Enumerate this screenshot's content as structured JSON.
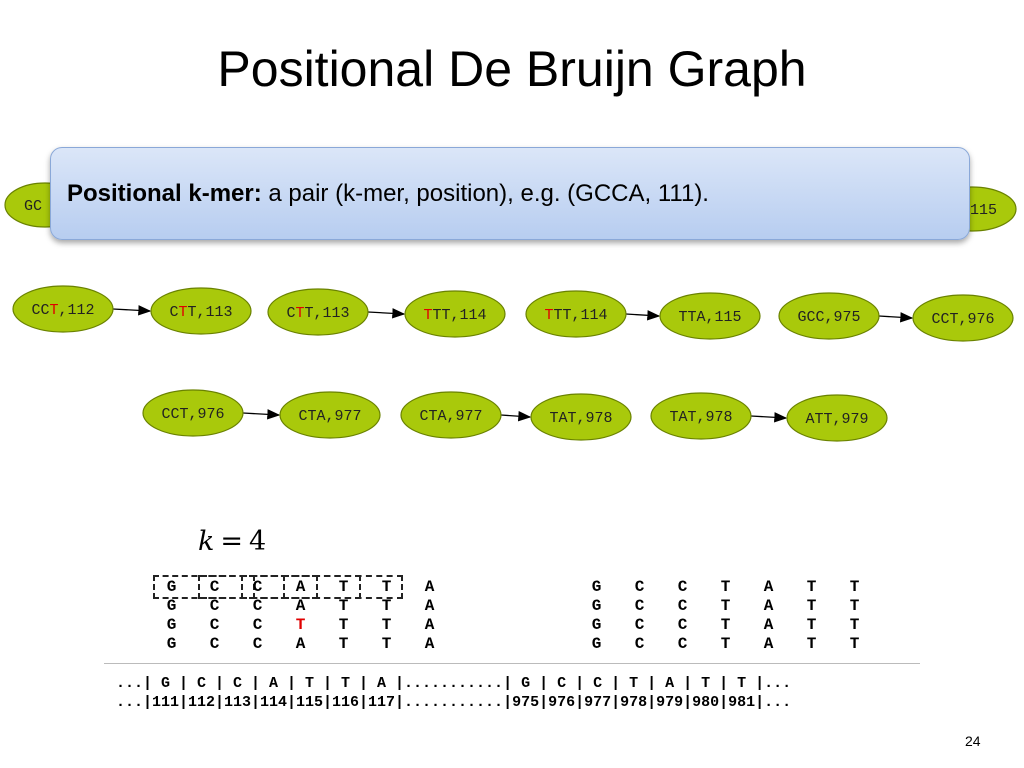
{
  "title": "Positional De Bruijn Graph",
  "callout": {
    "term": "Positional k-mer:",
    "definition": " a pair (k-mer, position), e.g. (GCCA, 111)."
  },
  "hidden_row_fragments": {
    "left": "GC",
    "right": "115"
  },
  "edges": [
    {
      "from": {
        "prefix": "CC",
        "hl": "T",
        "suffix": ",112"
      },
      "to": {
        "prefix": "C",
        "hl": "T",
        "suffix": "T,113"
      }
    },
    {
      "from": {
        "prefix": "C",
        "hl": "T",
        "suffix": "T,113"
      },
      "to": {
        "prefix": "",
        "hl": "T",
        "suffix": "TT,114"
      }
    },
    {
      "from": {
        "prefix": "",
        "hl": "T",
        "suffix": "TT,114"
      },
      "to": {
        "prefix": "TTA,115",
        "hl": "",
        "suffix": ""
      }
    },
    {
      "from": {
        "prefix": "GCC,975",
        "hl": "",
        "suffix": ""
      },
      "to": {
        "prefix": "CCT,976",
        "hl": "",
        "suffix": ""
      }
    },
    {
      "from": {
        "prefix": "CCT,976",
        "hl": "",
        "suffix": ""
      },
      "to": {
        "prefix": "CTA,977",
        "hl": "",
        "suffix": ""
      }
    },
    {
      "from": {
        "prefix": "CTA,977",
        "hl": "",
        "suffix": ""
      },
      "to": {
        "prefix": "TAT,978",
        "hl": "",
        "suffix": ""
      }
    },
    {
      "from": {
        "prefix": "TAT,978",
        "hl": "",
        "suffix": ""
      },
      "to": {
        "prefix": "ATT,979",
        "hl": "",
        "suffix": ""
      }
    }
  ],
  "k_label": {
    "var": "k",
    "eq": "=",
    "num": "4"
  },
  "reads_left": [
    [
      "G",
      "C",
      "C",
      "A",
      "T",
      "T",
      "A"
    ],
    [
      "G",
      "C",
      "C",
      "A",
      "T",
      "T",
      "A"
    ],
    [
      "G",
      "C",
      "C",
      "T",
      "T",
      "T",
      "A"
    ],
    [
      "G",
      "C",
      "C",
      "A",
      "T",
      "T",
      "A"
    ]
  ],
  "reads_left_red": [
    [
      2,
      3
    ]
  ],
  "reads_right": [
    [
      "G",
      "C",
      "C",
      "T",
      "A",
      "T",
      "T"
    ],
    [
      "G",
      "C",
      "C",
      "T",
      "A",
      "T",
      "T"
    ],
    [
      "G",
      "C",
      "C",
      "T",
      "A",
      "T",
      "T"
    ],
    [
      "G",
      "C",
      "C",
      "T",
      "A",
      "T",
      "T"
    ]
  ],
  "reference_line": "...| G | C | C | A | T | T | A |...........| G | C | C | T | A | T | T |...",
  "position_line": "...|111|112|113|114|115|116|117|...........|975|976|977|978|979|980|981|...",
  "page_number": "24",
  "colors": {
    "node_fill": "#a9c90b",
    "node_stroke": "#6a8200",
    "highlight": "#e00000",
    "callout_top": "#dbe6f8",
    "callout_bottom": "#b7cdf0"
  }
}
